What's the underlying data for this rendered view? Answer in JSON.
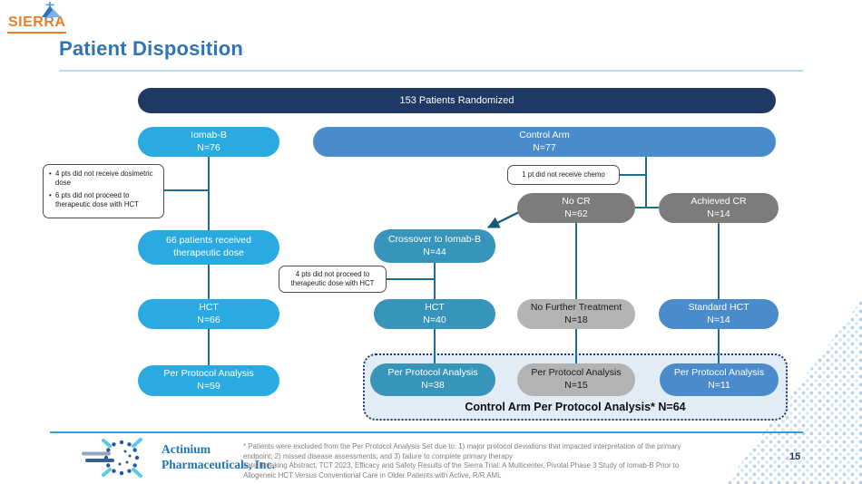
{
  "brand": {
    "sierra": "SIERRA",
    "actinium_line1": "Actinium",
    "actinium_line2": "Pharmaceuticals, Inc."
  },
  "title": "Patient Disposition",
  "page_number": "15",
  "flow": {
    "randomized": "153 Patients Randomized",
    "iomab": {
      "line1": "Iomab-B",
      "line2": "N=76"
    },
    "control": {
      "line1": "Control Arm",
      "line2": "N=77"
    },
    "note_left": {
      "bullet1": "4 pts did not receive dosimetric dose",
      "bullet2": "6 pts did not proceed to therapeutic dose with HCT"
    },
    "note_chemo": "1 pt did not receive chemo",
    "no_cr": {
      "line1": "No CR",
      "line2": "N=62"
    },
    "achieved_cr": {
      "line1": "Achieved CR",
      "line2": "N=14"
    },
    "received": {
      "line1": "66 patients received",
      "line2": "therapeutic dose"
    },
    "crossover": {
      "line1": "Crossover to Iomab-B",
      "line2": "N=44"
    },
    "note_4pts": {
      "line1": "4 pts did not proceed to",
      "line2": "therapeutic dose with HCT"
    },
    "hct66": {
      "line1": "HCT",
      "line2": "N=66"
    },
    "hct40": {
      "line1": "HCT",
      "line2": "N=40"
    },
    "no_further": {
      "line1": "No Further Treatment",
      "line2": "N=18"
    },
    "standard_hct": {
      "line1": "Standard HCT",
      "line2": "N=14"
    },
    "ppa59": {
      "line1": "Per Protocol Analysis",
      "line2": "N=59"
    },
    "ppa38": {
      "line1": "Per Protocol Analysis",
      "line2": "N=38"
    },
    "ppa15": {
      "line1": "Per Protocol Analysis",
      "line2": "N=15"
    },
    "ppa11": {
      "line1": "Per Protocol Analysis",
      "line2": "N=11"
    },
    "control_ppa_label": "Control Arm Per Protocol Analysis* N=64"
  },
  "footnotes": {
    "lines": [
      "* Patients were excluded from the Per Protocol Analysis Set due to: 1) major protocol deviations that impacted interpretation of the primary",
      "endpoint; 2) missed disease assessments; and 3) failure to complete primary therapy",
      "Late Breaking Abstract, TCT 2023, Efficacy and Safety Results of the Sierra Trial: A Multicenter, Pivotal Phase 3 Study of Iomab-B Prior to",
      "Allogeneic HCT Versus Conventional Care in Older Patients with Active, R/R AML"
    ]
  },
  "colors": {
    "navy": "#203864",
    "cyan": "#29abe2",
    "blue": "#4a8ccb",
    "teal": "#3794ba",
    "gray_dark": "#7c7c7c",
    "gray_light": "#b3b3b3",
    "connector": "#1e6c8e",
    "title_blue": "#2e75b6",
    "sierra_orange": "#e87e2b",
    "ppa_container_bg": "#e2ecf7"
  }
}
